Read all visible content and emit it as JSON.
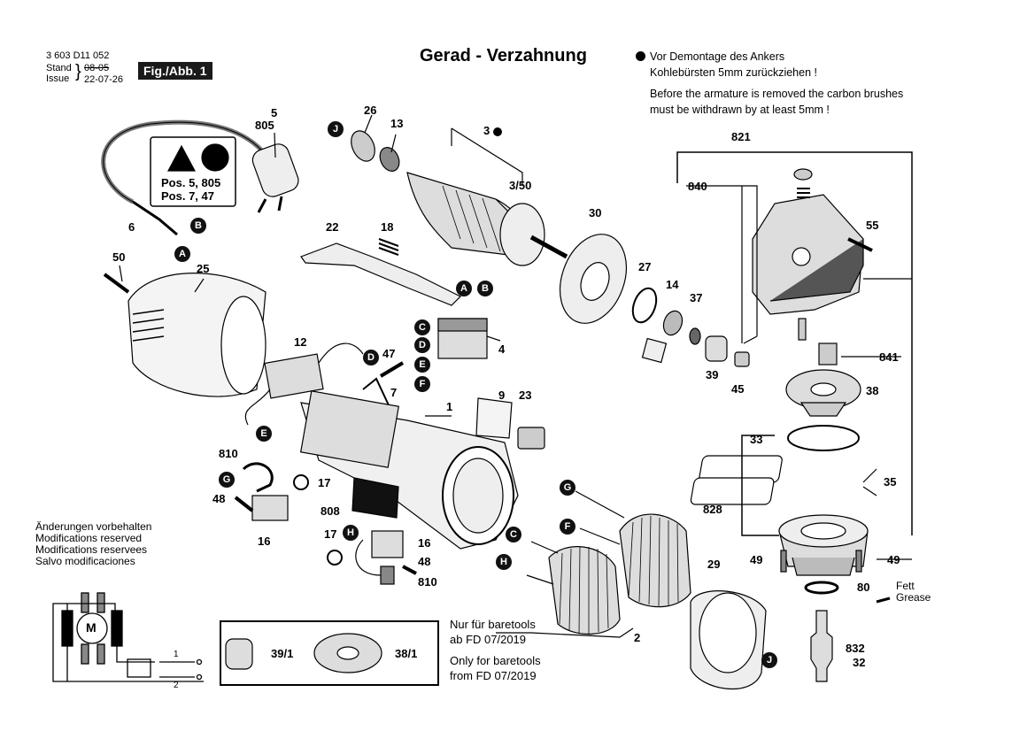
{
  "header": {
    "doc_number": "3 603 D11 052",
    "stand_label": "Stand",
    "issue_label": "Issue",
    "old_date": "08-05",
    "new_date": "22-07-26",
    "figure": "Fig./Abb. 1"
  },
  "title": "Gerad - Verzahnung",
  "notes": {
    "de_line1": "Vor Demontage des Ankers",
    "de_line2": "Kohlebürsten 5mm zurückziehen !",
    "en_line1": "Before the armature is removed the carbon brushes",
    "en_line2": "must be withdrawn by at least 5mm !"
  },
  "warning_box": {
    "line1": "Pos. 5, 805",
    "line2": "Pos. 7, 47"
  },
  "disclaimer": [
    "Änderungen vorbehalten",
    "Modifications reserved",
    "Modifications reservees",
    "Salvo modificaciones"
  ],
  "baretools": {
    "de_line1": "Nur für baretools",
    "de_line2": "ab FD 07/2019",
    "en_line1": "Only for baretools",
    "en_line2": "from FD 07/2019",
    "part_a": "39/1",
    "part_b": "38/1"
  },
  "grease": {
    "de": "Fett",
    "en": "Grease"
  },
  "motor_symbol": "M",
  "switch_numbers": [
    "1",
    "2"
  ],
  "labels": {
    "p5": "5",
    "p805": "805",
    "p6": "6",
    "p50": "50",
    "p25": "25",
    "p26": "26",
    "p13": "13",
    "p3": "3",
    "p3_50": "3/50",
    "p22": "22",
    "p18": "18",
    "p30": "30",
    "p27": "27",
    "p14": "14",
    "p37": "37",
    "p39": "39",
    "p45": "45",
    "p12": "12",
    "p47": "47",
    "p7": "7",
    "p4": "4",
    "p1": "1",
    "p9": "9",
    "p23": "23",
    "p810a": "810",
    "p17a": "17",
    "p48a": "48",
    "p16a": "16",
    "p808": "808",
    "p17b": "17",
    "p16b": "16",
    "p48b": "48",
    "p810b": "810",
    "p2": "2",
    "p29": "29",
    "p821": "821",
    "p840": "840",
    "p55": "55",
    "p841": "841",
    "p38": "38",
    "p33": "33",
    "p35": "35",
    "p828": "828",
    "p49a": "49",
    "p49b": "49",
    "p80": "80",
    "p832": "832",
    "p32": "32"
  },
  "badges": {
    "J1": "J",
    "B1": "B",
    "A1": "A",
    "A2": "A",
    "B2": "B",
    "C1": "C",
    "D1": "D",
    "E1": "E",
    "F1": "F",
    "D2": "D",
    "E2": "E",
    "G1": "G",
    "H1": "H",
    "G2": "G",
    "F2": "F",
    "C2": "C",
    "H2": "H",
    "J2": "J"
  }
}
